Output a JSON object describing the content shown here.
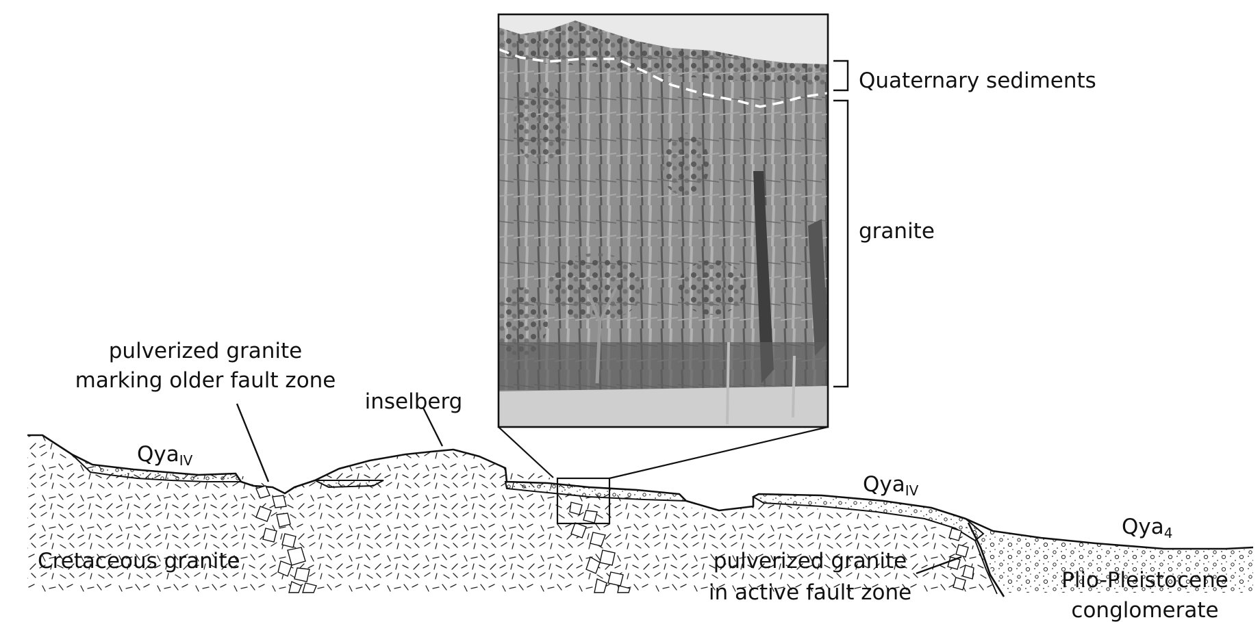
{
  "photo": {
    "labels": {
      "quaternary": "Quaternary sediments",
      "granite": "granite"
    }
  },
  "labels": {
    "pulverized_old_1": "pulverized granite",
    "pulverized_old_2": "marking older fault zone",
    "inselberg": "inselberg",
    "qya_iv_left_main": "Qya",
    "qya_iv_left_sub": "IV",
    "qya_iv_right_main": "Qya",
    "qya_iv_right_sub": "IV",
    "qya4_main": "Qya",
    "qya4_sub": "4",
    "cretaceous": "Cretaceous granite",
    "pulverized_active_1": "pulverized granite",
    "pulverized_active_2": "in active fault zone",
    "plio_1": "Plio-Pleistocene",
    "plio_2": "conglomerate"
  },
  "colors": {
    "line": "#111111",
    "photo_sky": "#e9e9e9",
    "photo_rock": "#8a8a8a",
    "photo_sand": "#cfcfcf"
  }
}
